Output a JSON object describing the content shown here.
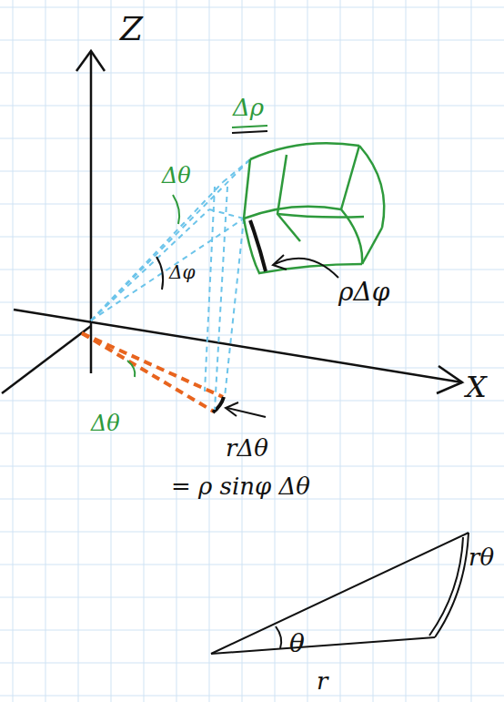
{
  "diagram": {
    "labels": [
      "Z",
      "Δρ",
      "Δθ",
      "Δφ",
      "ρΔφ",
      "X",
      "Δθ",
      "rΔθ",
      "= ρ sinφ Δθ",
      "rθ",
      "θ",
      "r"
    ]
  }
}
